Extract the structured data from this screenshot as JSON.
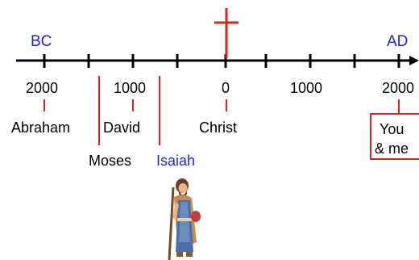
{
  "era": {
    "bc": "BC",
    "ad": "AD"
  },
  "ticks": [
    "2000",
    "1000",
    "0",
    "1000",
    "2000"
  ],
  "people": {
    "abraham": "Abraham",
    "david": "David",
    "christ": "Christ",
    "moses": "Moses",
    "isaiah": "Isaiah",
    "you_line1": "You",
    "you_line2": "& me"
  },
  "colors": {
    "accent_red": "#e02020",
    "label_blue": "#2323d8",
    "axis": "#000000"
  },
  "icons": {
    "cross": "cross-icon",
    "figure": "prophet-figure-icon"
  }
}
